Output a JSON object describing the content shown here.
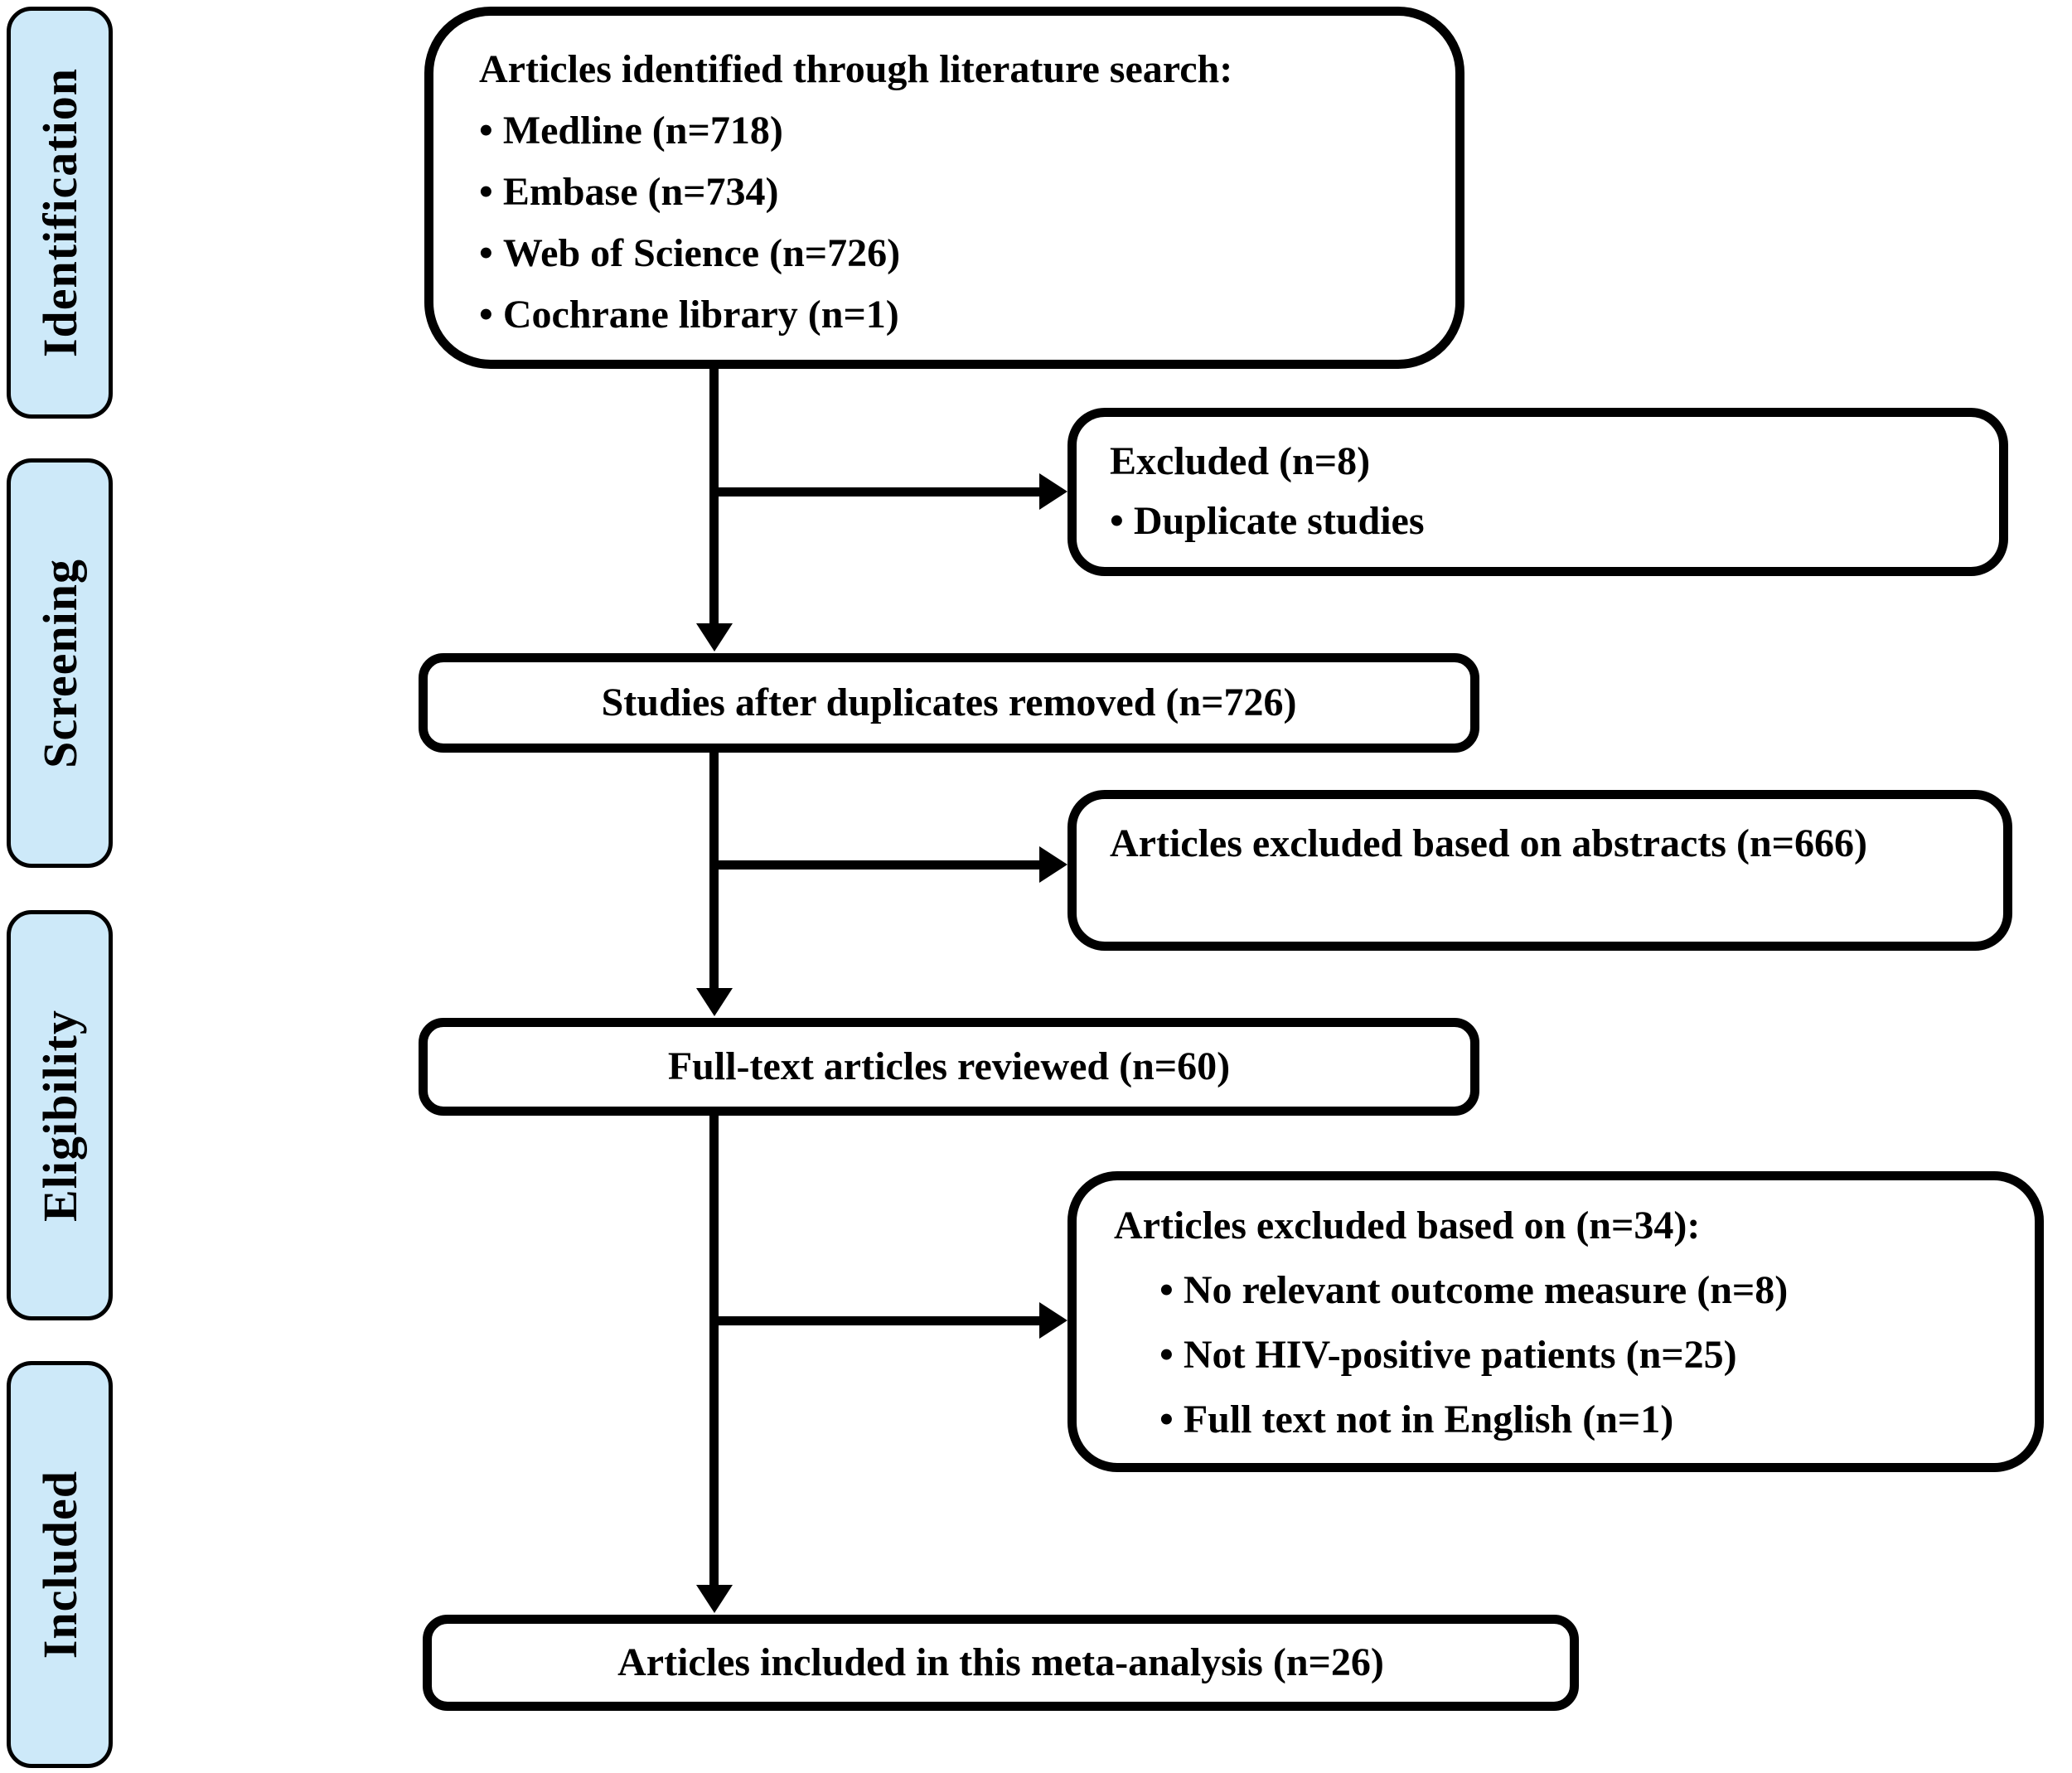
{
  "figure": {
    "type": "prisma-flow-diagram",
    "background_color": "#ffffff",
    "line_color": "#000000",
    "stage_fill_color": "#cde9f9"
  },
  "stages": [
    "Identification",
    "Screening",
    "Eligibility",
    "Included"
  ],
  "boxes": {
    "identified": {
      "title": "Articles identified through literature search:",
      "bullets": [
        "Medline (n=718)",
        "Embase (n=734)",
        "Web of Science (n=726)",
        "Cochrane library (n=1)"
      ]
    },
    "excluded_duplicates": {
      "title": "Excluded (n=8)",
      "bullets": [
        "Duplicate studies"
      ]
    },
    "after_duplicates": {
      "title": "Studies after duplicates removed (n=726)"
    },
    "excluded_abstracts": {
      "title": "Articles excluded based on abstracts (n=666)"
    },
    "full_text": {
      "title": "Full-text articles reviewed (n=60)"
    },
    "excluded_full_text": {
      "title": "Articles excluded based on (n=34):",
      "bullets": [
        "No relevant outcome measure (n=8)",
        "Not HIV-positive patients (n=25)",
        "Full text not in English (n=1)"
      ]
    },
    "included": {
      "title": "Articles included in this meta-analysis (n=26)"
    }
  }
}
